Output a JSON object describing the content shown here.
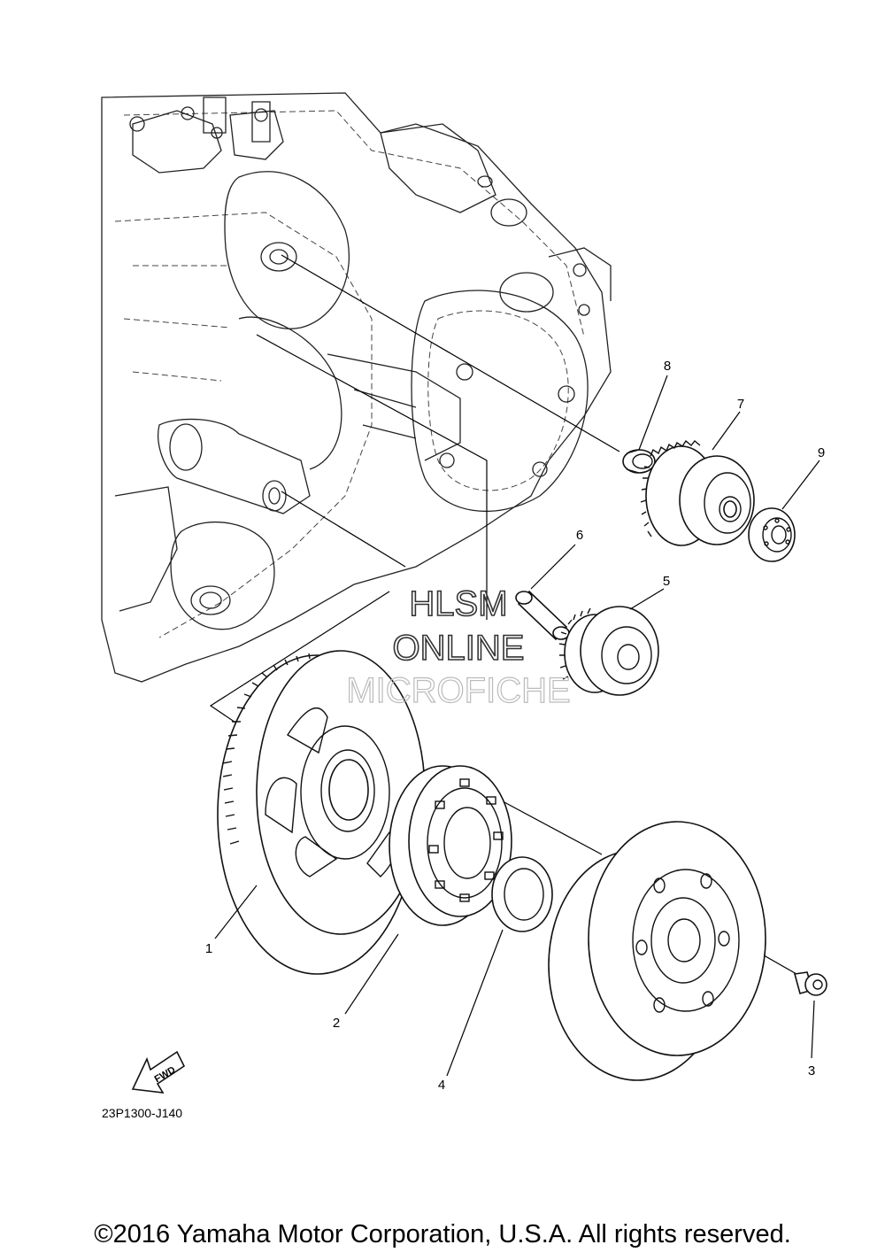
{
  "callouts": [
    "1",
    "2",
    "3",
    "4",
    "5",
    "6",
    "7",
    "8",
    "9"
  ],
  "diagram_code": "23P1300-J140",
  "fwd_label": "FWD",
  "watermark": {
    "line1": "HLSM",
    "line2": "ONLINE",
    "line3": "MICROFICHE"
  },
  "copyright": "©2016 Yamaha Motor Corporation, U.S.A. All rights reserved."
}
